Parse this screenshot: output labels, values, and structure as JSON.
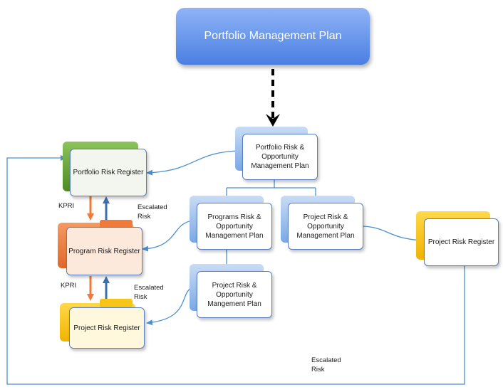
{
  "title": "Portfolio Management Plan",
  "nodes": {
    "portfolio_plan": "Portfolio Risk & Opportunity Management Plan",
    "programs_plan": "Programs Risk & Opportunity Management Plan",
    "project_plan_right": "Project Risk & Opportunity Management Plan",
    "project_plan_lower": "Project Risk & Opportunity Mangement Plan",
    "portfolio_register": "Portfolio Risk Register",
    "program_register": "Program Risk Register",
    "project_register_left": "Project Risk Register",
    "project_register_right": "Project Risk Register"
  },
  "labels": {
    "kpri_1": "KPRI",
    "kpri_2": "KPRI",
    "escalated_1": "Escalated Risk",
    "escalated_2": "Escalated Risk",
    "escalated_3": "Escalated Risk"
  },
  "colors": {
    "title_fill": "#5b8ef0",
    "connector": "#4a90d0",
    "portfolio_register_tab": "#6aaa3a",
    "program_register_tab": "#f07a3a",
    "project_register_tab": "#f5c518",
    "kpri_arrow": "#f07a3a",
    "escalated_arrow": "#3a6fb0"
  }
}
